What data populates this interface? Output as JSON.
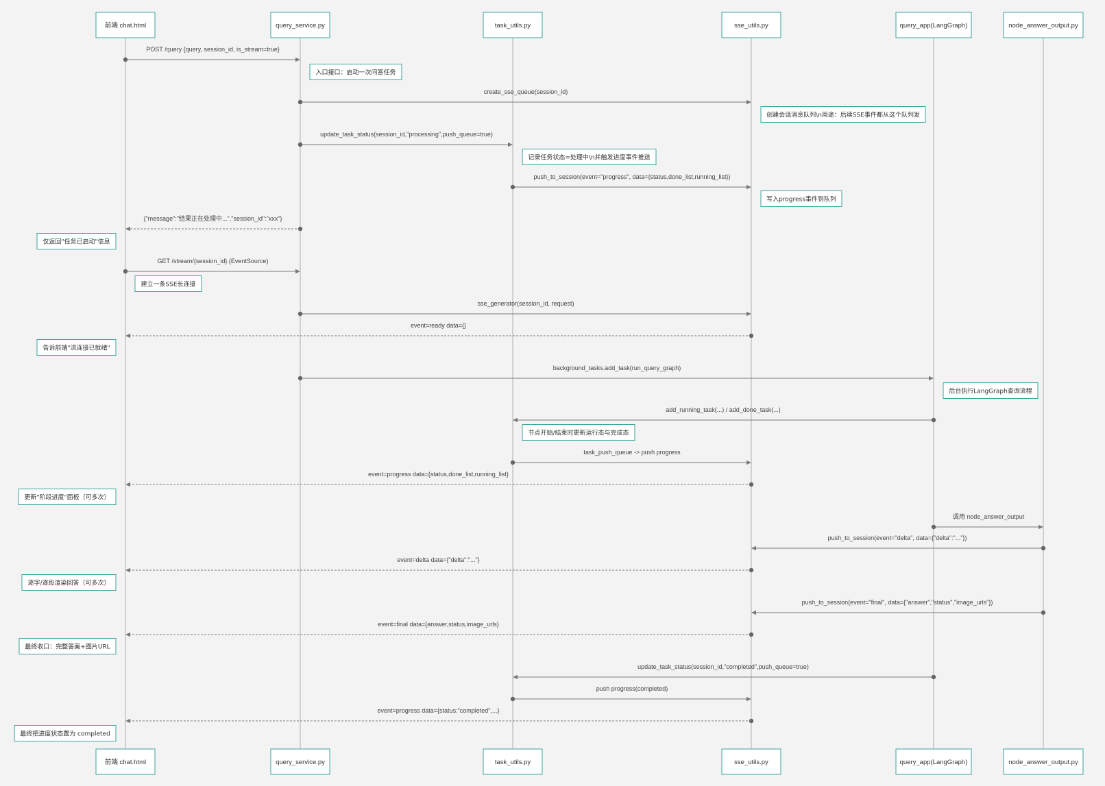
{
  "actors": [
    {
      "id": "chat",
      "label": "前端 chat.html"
    },
    {
      "id": "qs",
      "label": "query_service.py"
    },
    {
      "id": "tu",
      "label": "task_utils.py"
    },
    {
      "id": "su",
      "label": "sse_utils.py"
    },
    {
      "id": "qa",
      "label": "query_app(LangGraph)"
    },
    {
      "id": "nao",
      "label": "node_answer_output.py"
    }
  ],
  "messages": [
    {
      "from": "chat",
      "to": "qs",
      "label": "POST /query {query, session_id, is_stream=true}",
      "style": "solid"
    },
    {
      "from": "qs",
      "to": "su",
      "label": "create_sse_queue(session_id)",
      "style": "solid"
    },
    {
      "from": "qs",
      "to": "tu",
      "label": "update_task_status(session_id,\"processing\",push_queue=true)",
      "style": "solid"
    },
    {
      "from": "tu",
      "to": "su",
      "label": "push_to_session(event=\"progress\", data={status,done_list,running_list})",
      "style": "solid"
    },
    {
      "from": "qs",
      "to": "chat",
      "label": "{\"message\":\"结果正在处理中...\",\"session_id\":\"xxx\"}",
      "style": "dashed"
    },
    {
      "from": "chat",
      "to": "qs",
      "label": "GET /stream/{session_id} (EventSource)",
      "style": "solid"
    },
    {
      "from": "qs",
      "to": "su",
      "label": "sse_generator(session_id, request)",
      "style": "solid"
    },
    {
      "from": "su",
      "to": "chat",
      "label": "event=ready data={}",
      "style": "dashed"
    },
    {
      "from": "qs",
      "to": "qa",
      "label": "background_tasks.add_task(run_query_graph)",
      "style": "solid"
    },
    {
      "from": "qa",
      "to": "tu",
      "label": "add_running_task(...) / add_done_task(...)",
      "style": "solid"
    },
    {
      "from": "tu",
      "to": "su",
      "label": "task_push_queue -> push progress",
      "style": "solid"
    },
    {
      "from": "su",
      "to": "chat",
      "label": "event=progress data={status,done_list,running_list}",
      "style": "dashed"
    },
    {
      "from": "qa",
      "to": "nao",
      "label": "调用 node_answer_output",
      "style": "solid"
    },
    {
      "from": "nao",
      "to": "su",
      "label": "push_to_session(event=\"delta\", data={\"delta\":\"...\"})",
      "style": "solid"
    },
    {
      "from": "su",
      "to": "chat",
      "label": "event=delta data={\"delta\":\"...\"}",
      "style": "dashed"
    },
    {
      "from": "nao",
      "to": "su",
      "label": "push_to_session(event=\"final\", data={\"answer\",\"status\",\"image_urls\"})",
      "style": "solid"
    },
    {
      "from": "su",
      "to": "chat",
      "label": "event=final data={answer,status,image_urls}",
      "style": "dashed"
    },
    {
      "from": "qa",
      "to": "tu",
      "label": "update_task_status(session_id,\"completed\",push_queue=true)",
      "style": "solid"
    },
    {
      "from": "tu",
      "to": "su",
      "label": "push progress(completed)",
      "style": "solid"
    },
    {
      "from": "su",
      "to": "chat",
      "label": "event=progress data={status:\"completed\",...}",
      "style": "dashed"
    }
  ],
  "notes": [
    {
      "anchor": "qs",
      "side": "right",
      "after_message": 0,
      "text": "入口接口：启动一次问答任务"
    },
    {
      "anchor": "su",
      "side": "right",
      "after_message": 1,
      "text": "创建会话消息队列\\n用途：后续SSE事件都从这个队列发"
    },
    {
      "anchor": "tu",
      "side": "right",
      "after_message": 2,
      "text": "记录任务状态=处理中\\n并触发进度事件推送"
    },
    {
      "anchor": "su",
      "side": "right",
      "after_message": 3,
      "text": "写入progress事件到队列"
    },
    {
      "anchor": "chat",
      "side": "left",
      "after_message": 4,
      "text": "仅返回\"任务已启动\"信息"
    },
    {
      "anchor": "chat",
      "side": "right",
      "after_message": 5,
      "text": "建立一条SSE长连接"
    },
    {
      "anchor": "chat",
      "side": "left",
      "after_message": 7,
      "text": "告诉前端\"流连接已就绪\""
    },
    {
      "anchor": "qa",
      "side": "right",
      "after_message": 8,
      "text": "后台执行LangGraph查询流程"
    },
    {
      "anchor": "tu",
      "side": "right",
      "after_message": 9,
      "text": "节点开始/结束时更新运行态与完成态"
    },
    {
      "anchor": "chat",
      "side": "left",
      "after_message": 11,
      "text": "更新\"阶段进度\"面板（可多次）"
    },
    {
      "anchor": "chat",
      "side": "left",
      "after_message": 14,
      "text": "逐字/逐段渲染回答（可多次）"
    },
    {
      "anchor": "chat",
      "side": "left",
      "after_message": 16,
      "text": "最终收口：完整答案+图片URL"
    },
    {
      "anchor": "chat",
      "side": "left",
      "after_message": 19,
      "text": "最终把进度状态置为 completed"
    }
  ]
}
